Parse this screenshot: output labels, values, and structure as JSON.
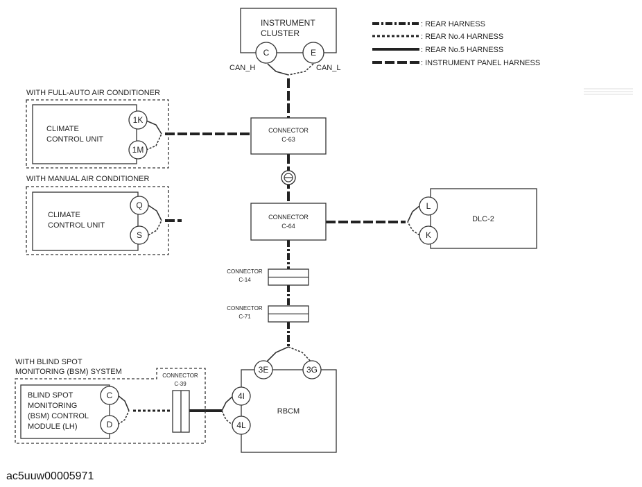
{
  "legend": [
    {
      "label": ": REAR HARNESS",
      "style": "dash-dot"
    },
    {
      "label": ": REAR No.4 HARNESS",
      "style": "dotted"
    },
    {
      "label": ": REAR No.5 HARNESS",
      "style": "solid"
    },
    {
      "label": ": INSTRUMENT PANEL HARNESS",
      "style": "dashed"
    }
  ],
  "instrument_cluster": {
    "line1": "INSTRUMENT",
    "line2": "CLUSTER",
    "pin_c": "C",
    "pin_e": "E",
    "can_h": "CAN_H",
    "can_l": "CAN_L"
  },
  "full_auto": {
    "group_label": "WITH FULL-AUTO AIR CONDITIONER",
    "line1": "CLIMATE",
    "line2": "CONTROL UNIT",
    "pin_a": "1K",
    "pin_b": "1M"
  },
  "manual": {
    "group_label": "WITH MANUAL AIR CONDITIONER",
    "line1": "CLIMATE",
    "line2": "CONTROL UNIT",
    "pin_a": "Q",
    "pin_b": "S"
  },
  "connector_c63": {
    "line1": "CONNECTOR",
    "line2": "C-63"
  },
  "connector_c64": {
    "line1": "CONNECTOR",
    "line2": "C-64"
  },
  "connector_c14": {
    "line1": "CONNECTOR",
    "line2": "C-14"
  },
  "connector_c71": {
    "line1": "CONNECTOR",
    "line2": "C-71"
  },
  "dlc2": {
    "label": "DLC-2",
    "pin_l": "L",
    "pin_k": "K"
  },
  "rbcm": {
    "label": "RBCM",
    "pin_3e": "3E",
    "pin_3g": "3G",
    "pin_4i": "4I",
    "pin_4l": "4L"
  },
  "bsm": {
    "group_line1": "WITH BLIND SPOT",
    "group_line2": "MONITORING (BSM) SYSTEM",
    "line1": "BLIND SPOT",
    "line2": "MONITORING",
    "line3": "(BSM) CONTROL",
    "line4": "MODULE (LH)",
    "pin_c": "C",
    "pin_d": "D"
  },
  "connector_c39": {
    "line1": "CONNECTOR",
    "line2": "C-39"
  },
  "reference_code": "ac5uuw00005971"
}
